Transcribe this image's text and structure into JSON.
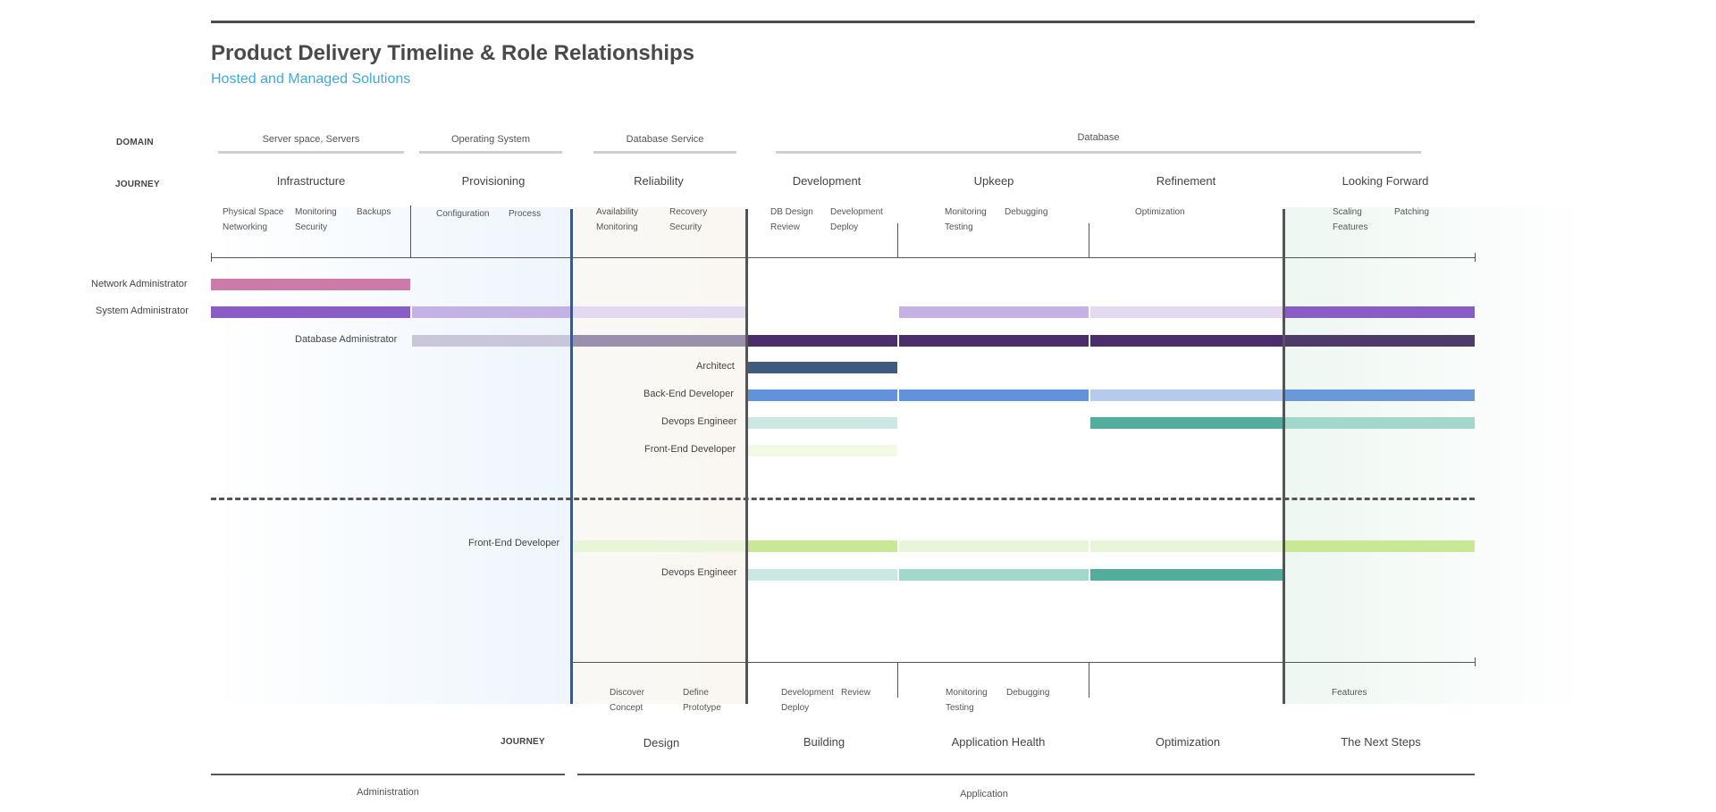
{
  "header": {
    "title": "Product Delivery Timeline & Role Relationships",
    "subtitle": "Hosted and Managed Solutions"
  },
  "top": {
    "domain_label": "DOMAIN",
    "journey_label": "JOURNEY",
    "domains": [
      "Server space, Servers",
      "Operating System",
      "Database Service",
      "Database"
    ],
    "phases": [
      "Infrastructure",
      "Provisioning",
      "Reliability",
      "Development",
      "Upkeep",
      "Refinement",
      "Looking Forward"
    ],
    "tasks": {
      "infrastructure": [
        "Physical Space",
        "Networking",
        "Monitoring",
        "Security",
        "Backups"
      ],
      "provisioning": [
        "Configuration",
        "Process"
      ],
      "reliability": [
        "Availability",
        "Monitoring",
        "Recovery",
        "Security"
      ],
      "development": [
        "DB Design",
        "Review",
        "Development",
        "Deploy"
      ],
      "upkeep": [
        "Monitoring",
        "Testing",
        "Debugging"
      ],
      "refinement": [
        "Optimization"
      ],
      "looking_forward": [
        "Scaling",
        "Features",
        "Patching"
      ]
    }
  },
  "roles_top": [
    "Network Administrator",
    "System Administrator",
    "Database Administrator",
    "Architect",
    "Back-End Developer",
    "Devops Engineer",
    "Front-End Developer"
  ],
  "roles_bottom": [
    "Front-End Developer",
    "Devops Engineer"
  ],
  "bottom": {
    "journey_label": "JOURNEY",
    "phases": [
      "Design",
      "Building",
      "Application Health",
      "Optimization",
      "The Next Steps"
    ],
    "tasks": {
      "design": [
        "Discover",
        "Concept",
        "Define",
        "Prototype"
      ],
      "building": [
        "Development",
        "Deploy",
        "Review"
      ],
      "application_health": [
        "Monitoring",
        "Testing",
        "Debugging"
      ],
      "next_steps": [
        "Features"
      ]
    },
    "groups": [
      "Administration",
      "Application"
    ]
  },
  "colors": {
    "network_admin": "#cc7aa8",
    "system_admin": "#8a5cc6",
    "db_admin": "#4a2d6a",
    "architect": "#3e5a7e",
    "backend": "#6193dc",
    "devops": "#52ad9c",
    "frontend": "#c8e896",
    "subtitle": "#3fa9dc"
  }
}
